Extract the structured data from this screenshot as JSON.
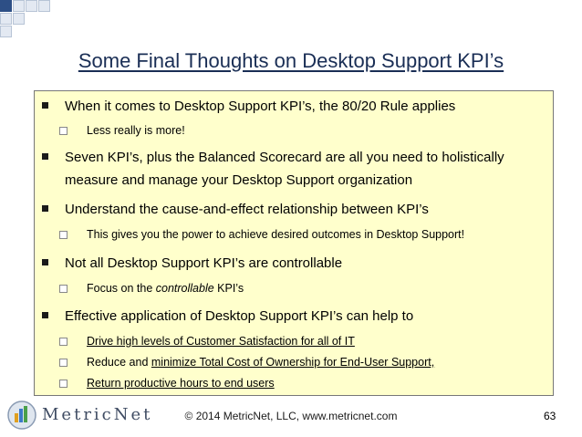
{
  "slide": {
    "title": "Some Final Thoughts on Desktop Support KPI’s",
    "bullets": [
      {
        "text": "When it comes to Desktop Support KPI’s, the 80/20 Rule applies"
      },
      {
        "text": "Less really is more!"
      },
      {
        "text_line1": "Seven KPI’s, plus the Balanced Scorecard are all you need to holistically",
        "text_line2": "measure and manage your Desktop Support organization"
      },
      {
        "text": "Understand the cause-and-effect relationship between KPI’s"
      },
      {
        "text": "This gives you the power to achieve desired outcomes in Desktop Support!"
      },
      {
        "text": "Not all Desktop Support KPI’s are controllable"
      },
      {
        "pre": "Focus on the ",
        "em": "controllable",
        "post": " KPI’s"
      },
      {
        "text": "Effective application of Desktop Support KPI’s can help to"
      },
      {
        "text": "Drive high levels of Customer Satisfaction for all of IT"
      },
      {
        "pre": "Reduce and ",
        "link": "minimize Total Cost of Ownership for End-User Support,"
      },
      {
        "text": "Return productive hours to end users"
      }
    ]
  },
  "footer": {
    "copyright": "© 2014 MetricNet, LLC, www.metricnet.com",
    "page_number": "63",
    "logo_text": "MetricNet"
  }
}
